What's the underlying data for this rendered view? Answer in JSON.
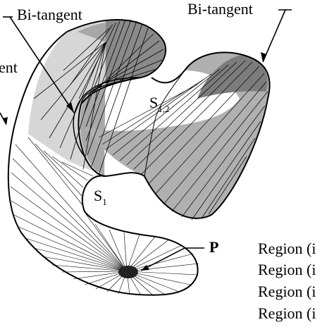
{
  "labels": {
    "bitangent_left": "Bi-tangent",
    "bitangent_right": "Bi-tangent",
    "partial_top_left": "–",
    "partial_mid_left": "ent",
    "s12_main": "S",
    "s12_sub": "1,2",
    "s1_main": "S",
    "s1_sub": "1",
    "point_p": "P"
  },
  "legend": {
    "items": [
      "Region (i",
      "Region (i",
      "Region (i",
      "Region (i"
    ]
  },
  "colors": {
    "outline": "#000000",
    "region_light": "#d6d6d6",
    "region_medium": "#a8a8a8",
    "region_dark": "#7c7c7c",
    "region_white": "#ffffff"
  }
}
